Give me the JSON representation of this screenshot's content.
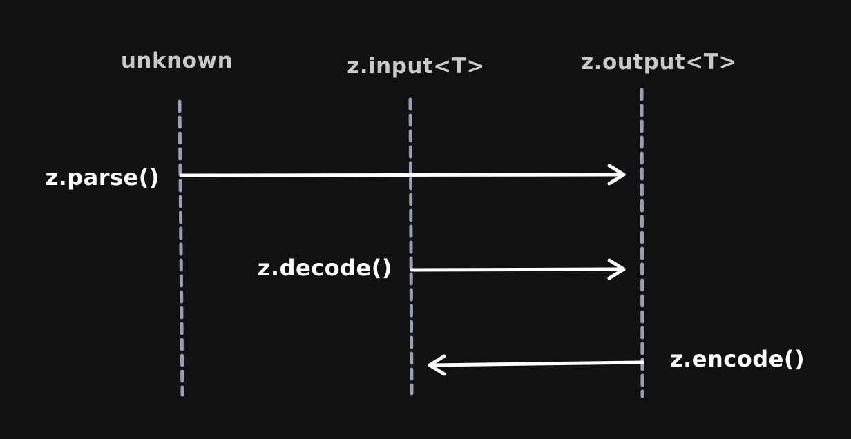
{
  "diagram": {
    "background_color": "#111111",
    "lifeline_color": "#9c9cb4",
    "arrow_color": "#ffffff",
    "lanes": [
      {
        "id": "unknown",
        "label": "unknown"
      },
      {
        "id": "input",
        "label": "z.input<T>"
      },
      {
        "id": "output",
        "label": "z.output<T>"
      }
    ],
    "messages": [
      {
        "id": "parse",
        "label": "z.parse()",
        "from": "unknown",
        "to": "output"
      },
      {
        "id": "decode",
        "label": "z.decode()",
        "from": "input",
        "to": "output"
      },
      {
        "id": "encode",
        "label": "z.encode()",
        "from": "output",
        "to": "input"
      }
    ]
  }
}
